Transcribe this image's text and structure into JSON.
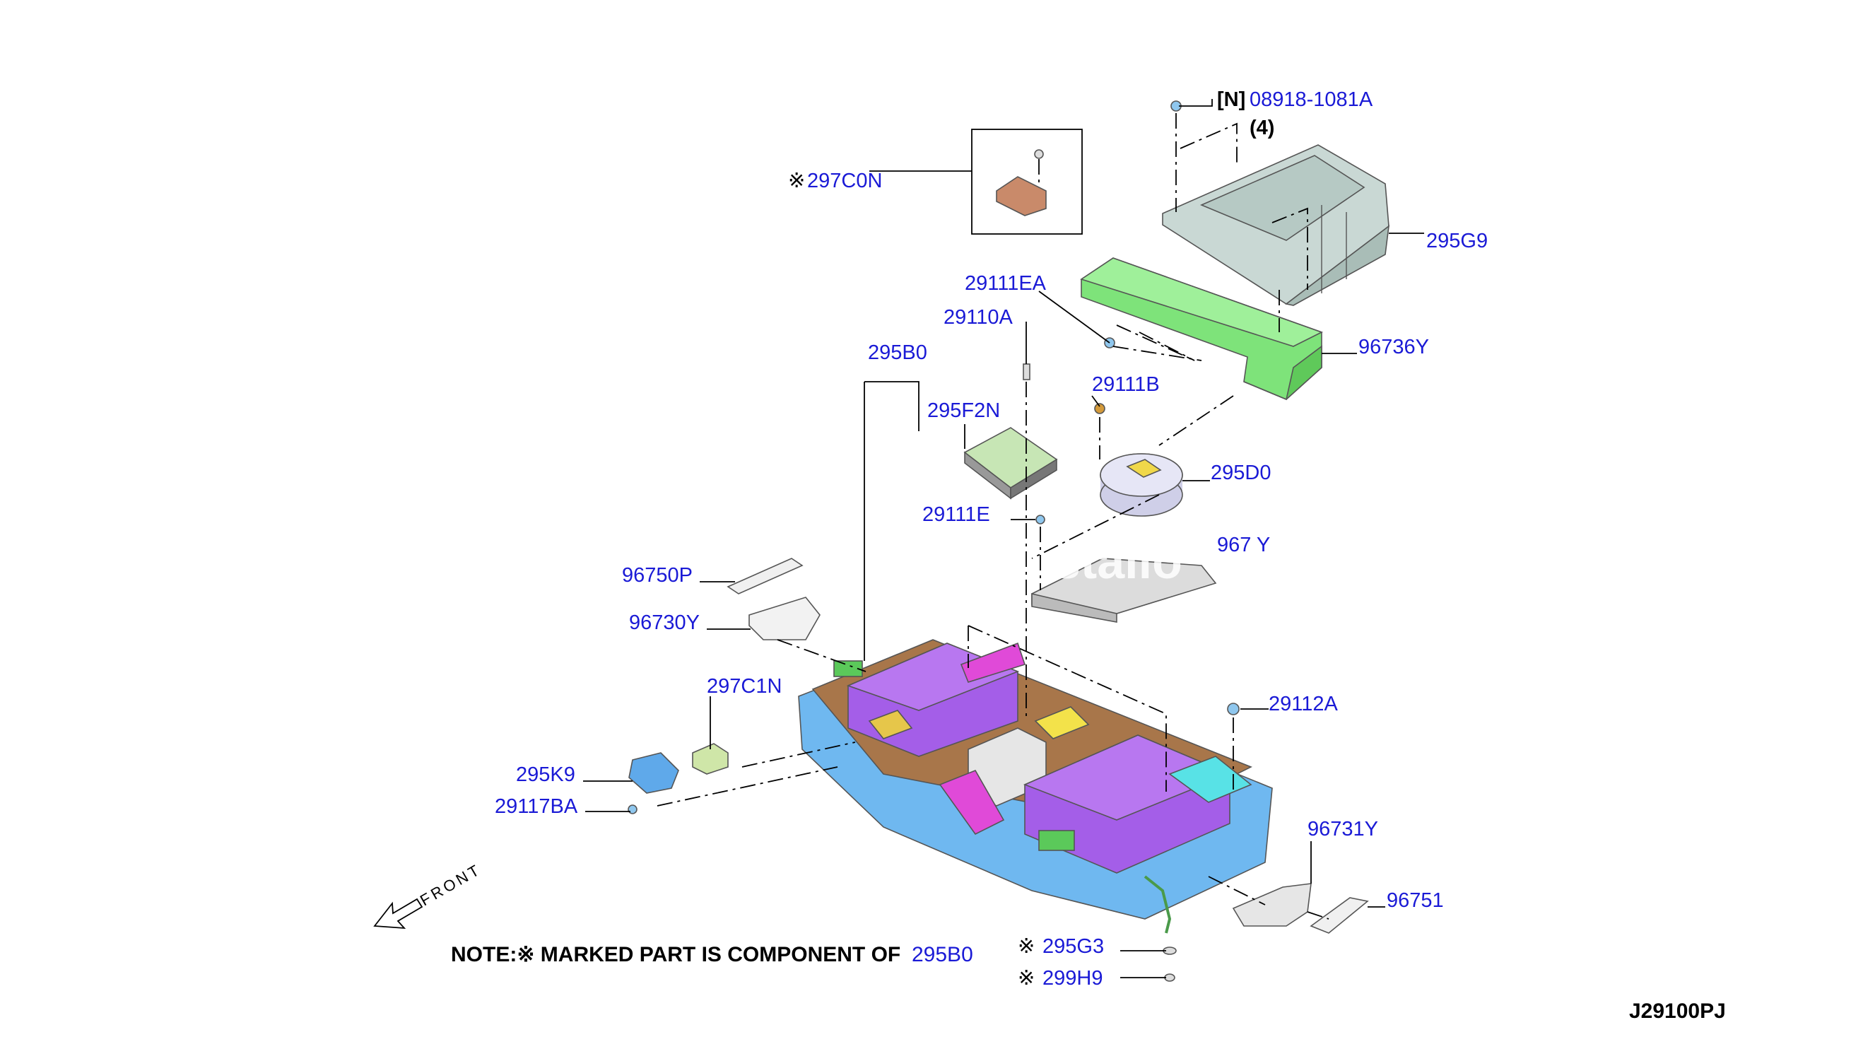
{
  "colors": {
    "callout": "#1a1ad6",
    "green_part": "#7ee37a",
    "purple_module": "#a45ee8",
    "blue_tray": "#6fb8f0",
    "cover_gray": "#c9d8d4"
  },
  "labels": {
    "p08918": "08918-1081A",
    "n_bracket": "[N]",
    "qty4": "(4)",
    "p297C0N": "297C0N",
    "p295G9": "295G9",
    "p29111EA": "29111EA",
    "p29110A": "29110A",
    "p96736Y": "96736Y",
    "p295B0": "295B0",
    "p29111B": "29111B",
    "p295F2N": "295F2N",
    "p295D0": "295D0",
    "p29111E": "29111E",
    "p967xxY": "967  Y",
    "p96750P": "96750P",
    "p96730Y": "96730Y",
    "p297C1N": "297C1N",
    "p29112A": "29112A",
    "p295K9": "295K9",
    "p29117BA": "29117BA",
    "p96731Y": "96731Y",
    "p96751": "96751",
    "p295G3": "295G3",
    "p299H9": "299H9",
    "mark": "※",
    "front": "FRONT",
    "note_prefix": "NOTE:※ MARKED PART IS COMPONENT OF",
    "note_part": "295B0",
    "diagram_id": "J29100PJ",
    "watermark": "stallo"
  }
}
